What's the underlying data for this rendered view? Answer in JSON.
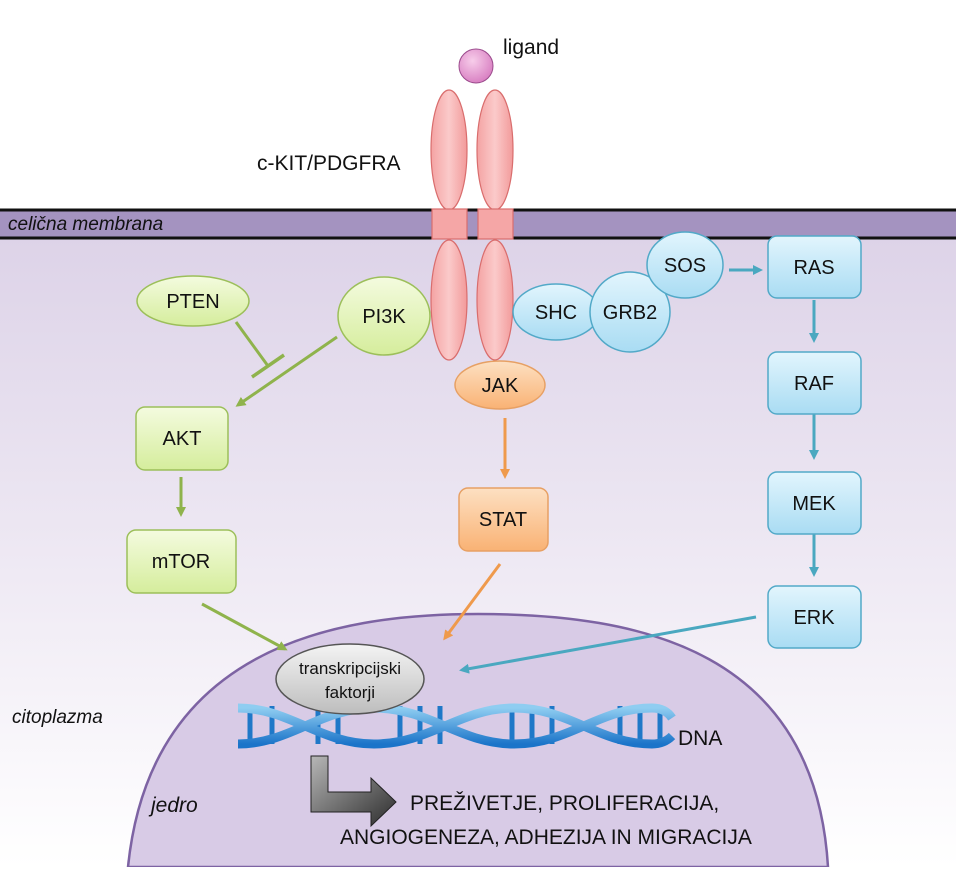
{
  "labels": {
    "ligand": "ligand",
    "receptor": "c-KIT/PDGFRA",
    "membrane": "celična membrana",
    "cytoplasm": "citoplazma",
    "nucleus": "jedro",
    "dna": "DNA",
    "outcome_line1": "PREŽIVETJE, PROLIFERACIJA,",
    "outcome_line2": "ANGIOGENEZA, ADHEZIJA IN MIGRACIJA"
  },
  "nodes": {
    "pten": "PTEN",
    "pi3k": "PI3K",
    "akt": "AKT",
    "mtor": "mTOR",
    "jak": "JAK",
    "stat": "STAT",
    "shc": "SHC",
    "grb2": "GRB2",
    "sos": "SOS",
    "ras": "RAS",
    "raf": "RAF",
    "mek": "MEK",
    "erk": "ERK",
    "tf_line1": "transkripcijski",
    "tf_line2": "faktorji"
  },
  "colors": {
    "green_path": "#8fb34c",
    "orange_path": "#ef9a4c",
    "blue_path": "#4aa8c0",
    "receptor": "#f5a2a2",
    "membrane": "#a08fbc",
    "nucleus": "#d2c4e2"
  }
}
